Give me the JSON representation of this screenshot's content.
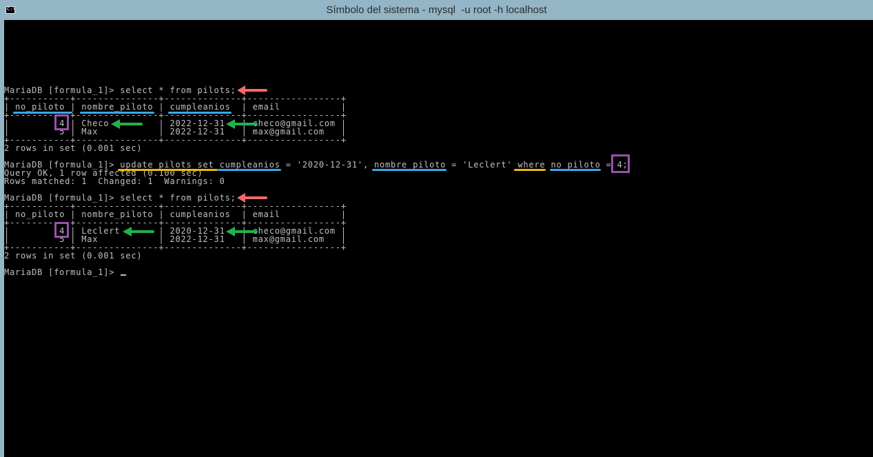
{
  "window": {
    "title": "Símbolo del sistema - mysql  -u root -h localhost",
    "icon": "cmd-console-icon",
    "icon_glyph": "C:\\"
  },
  "console": {
    "lines": [
      "MariaDB [formula_1]> select * from pilots;",
      "+-----------+---------------+--------------+-----------------+",
      "| no_piloto | nombre_piloto | cumpleanios  | email           |",
      "+-----------+---------------+--------------+-----------------+",
      "|         4 | Checo         | 2022-12-31   | checo@gmail.com |",
      "|         5 | Max           | 2022-12-31   | max@gmail.com   |",
      "+-----------+---------------+--------------+-----------------+",
      "2 rows in set (0.001 sec)",
      "",
      "MariaDB [formula_1]> update pilots set cumpleanios = '2020-12-31', nombre_piloto = 'Leclert' where no_piloto = 4;",
      "Query OK, 1 row affected (0.100 sec)",
      "Rows matched: 1  Changed: 1  Warnings: 0",
      "",
      "MariaDB [formula_1]> select * from pilots;",
      "+-----------+---------------+--------------+-----------------+",
      "| no_piloto | nombre_piloto | cumpleanios  | email           |",
      "+-----------+---------------+--------------+-----------------+",
      "|         4 | Leclert       | 2020-12-31   | checo@gmail.com |",
      "|         5 | Max           | 2022-12-31   | max@gmail.com   |",
      "+-----------+---------------+--------------+-----------------+",
      "2 rows in set (0.001 sec)",
      "",
      "MariaDB [formula_1]> "
    ]
  },
  "colors": {
    "console_text": "#c0c0c0",
    "console_bg": "#000000",
    "titlebar": "#93b5c6",
    "annotation_blue": "#39a9e6",
    "annotation_orange": "#f2b800",
    "annotation_purple": "#9b4fb0",
    "arrow_red": "#f06a6a",
    "arrow_green": "#22b14c"
  }
}
